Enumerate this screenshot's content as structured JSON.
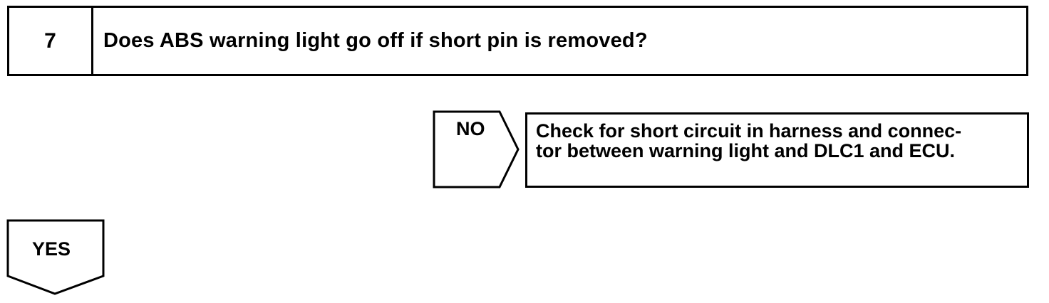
{
  "step": {
    "number": "7",
    "question": "Does ABS warning light go off if short pin is removed?"
  },
  "no_branch": {
    "label": "NO",
    "action_lines": [
      "Check for short circuit in harness and connec-",
      "tor between warning light and DLC1 and ECU."
    ]
  },
  "yes_branch": {
    "label": "YES"
  }
}
